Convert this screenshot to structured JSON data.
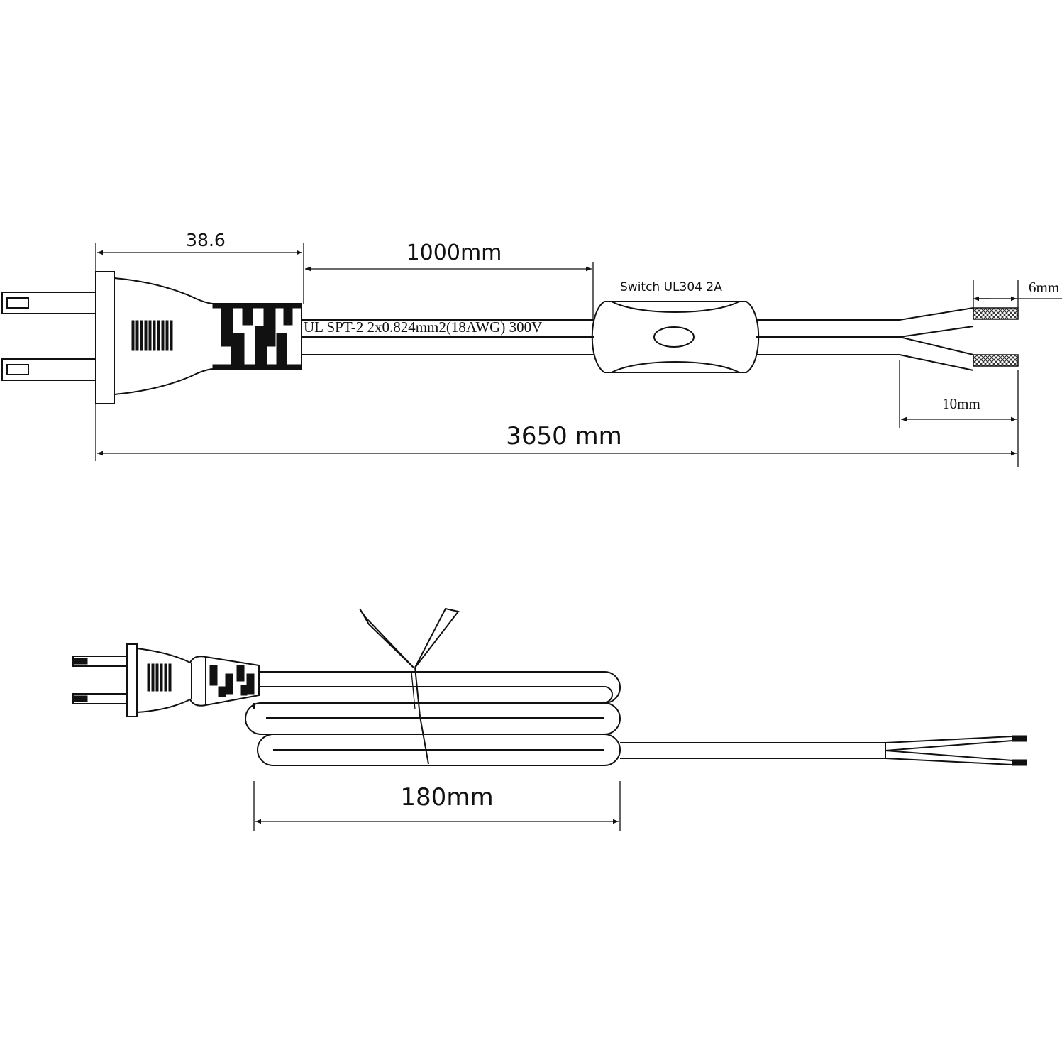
{
  "top_view": {
    "dim_plug": "38.6",
    "dim_plug_to_switch": "1000mm",
    "switch_label": "Switch UL304 2A",
    "cable_label": "UL SPT-2  2x0.824mm2(18AWG)  300V",
    "dim_strip": "6mm",
    "dim_split": "10mm",
    "dim_total": "3650 mm"
  },
  "bottom_view": {
    "dim_coil": "180mm"
  },
  "colors": {
    "line": "#111111",
    "background": "#ffffff"
  }
}
